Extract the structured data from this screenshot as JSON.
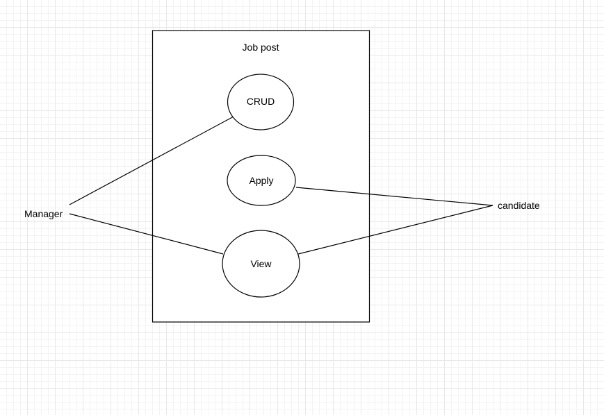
{
  "diagram": {
    "system_title": "Job post",
    "actors": {
      "manager": {
        "label": "Manager"
      },
      "candidate": {
        "label": "candidate"
      }
    },
    "use_cases": {
      "crud": {
        "label": "CRUD"
      },
      "apply": {
        "label": "Apply"
      },
      "view": {
        "label": "View"
      }
    },
    "associations": [
      {
        "from": "Manager",
        "to": "CRUD"
      },
      {
        "from": "Manager",
        "to": "View"
      },
      {
        "from": "candidate",
        "to": "Apply"
      },
      {
        "from": "candidate",
        "to": "View"
      }
    ]
  },
  "colors": {
    "stroke": "#000000",
    "fill": "#ffffff",
    "grid_major": "#e8e8e8",
    "grid_minor": "#f3f3f3"
  }
}
